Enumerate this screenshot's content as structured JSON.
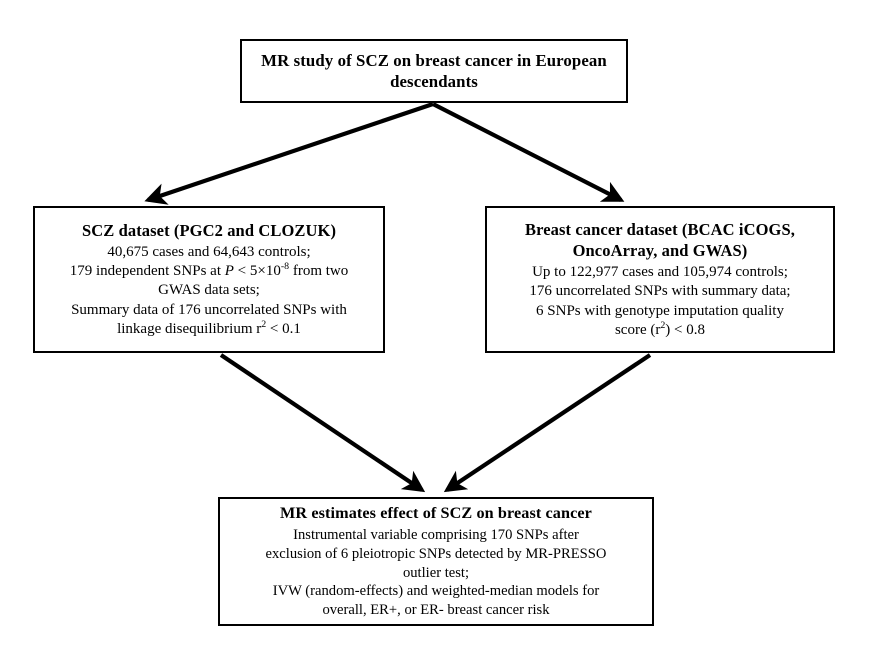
{
  "diagram": {
    "title": "MR study of SCZ on breast cancer in European descendants flowchart",
    "background_color": "#ffffff",
    "line_color": "#000000",
    "nodes": {
      "top": {
        "id": "mr-study-overview",
        "title_line_1": "MR study of SCZ on breast cancer in",
        "title_line_2": "European descendants"
      },
      "left": {
        "id": "scz-dataset",
        "title": "SCZ dataset (PGC2 and CLOZUK)",
        "line_1": "40,675 cases and 64,643 controls;",
        "line_2_a": "179 independent  SNPs at ",
        "line_2_italic": "P",
        "line_2_b": " < 5×10",
        "line_2_sup": "-8",
        "line_2_c": " from two",
        "line_3": "GWAS data sets;",
        "line_4": "Summary data of 176 uncorrelated  SNPs with",
        "line_5_a": "linkage disequilibrium  r",
        "line_5_sup": "2",
        "line_5_b": " < 0.1"
      },
      "right": {
        "id": "breast-cancer-dataset",
        "title_line_1": "Breast cancer dataset (BCAC iCOGS,",
        "title_line_2": "OncoArray, and GWAS)",
        "line_1": "Up to 122,977 cases and 105,974 controls;",
        "line_2": "176 uncorrelated  SNPs with summary data;",
        "line_3": "6 SNPs with  genotype imputation  quality",
        "line_4_a": "score  (r",
        "line_4_sup": "2",
        "line_4_b": ") < 0.8"
      },
      "bottom": {
        "id": "mr-estimates",
        "title": "MR estimates effect of SCZ on breast cancer",
        "line_1": "Instrumental  variable comprising  170 SNPs after",
        "line_2": "exclusion  of 6 pleiotropic  SNPs detected  by MR-PRESSO",
        "line_3": "outlier  test;",
        "line_4": "IVW (random-effects)  and weighted-median  models for",
        "line_5": "overall,  ER+, or ER- breast cancer risk"
      }
    },
    "edges": [
      {
        "id": "edge-top-to-left",
        "from": "top",
        "to": "left",
        "style": "solid-arrow"
      },
      {
        "id": "edge-top-to-right",
        "from": "top",
        "to": "right",
        "style": "solid-arrow"
      },
      {
        "id": "edge-left-to-bottom",
        "from": "left",
        "to": "bottom",
        "style": "solid-arrow"
      },
      {
        "id": "edge-right-to-bottom",
        "from": "right",
        "to": "bottom",
        "style": "solid-arrow"
      }
    ]
  }
}
